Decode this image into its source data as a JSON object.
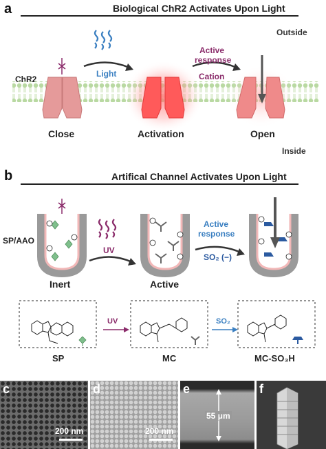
{
  "panel_a": {
    "letter": "a",
    "title": "Biological ChR2 Activates Upon Light",
    "outside": "Outside",
    "inside": "Inside",
    "chr2": "ChR2",
    "light": "Light",
    "active_response_line1": "Active",
    "active_response_line2": "response",
    "cation": "Cation",
    "state_close": "Close",
    "state_activation": "Activation",
    "state_open": "Open"
  },
  "panel_b": {
    "letter": "b",
    "title": "Artifical Channel Activates Upon Light",
    "sp_aao": "SP/AAO",
    "uv": "UV",
    "active_response_line1": "Active",
    "active_response_line2": "response",
    "so2_label": "SO₂ (−)",
    "state_inert": "Inert",
    "state_active": "Active",
    "uv_reaction": "UV",
    "so2_reaction": "SO₂",
    "mol_sp": "SP",
    "mol_mc": "MC",
    "mol_mcso3h": "MC-SO₃H"
  },
  "panel_c": {
    "letter": "c",
    "scale": "200 nm"
  },
  "panel_d": {
    "letter": "d",
    "scale": "200 nm"
  },
  "panel_e": {
    "letter": "e",
    "scale": "55 μm"
  },
  "panel_f": {
    "letter": "f"
  },
  "colors": {
    "membrane_green": "#b9d9a2",
    "channel_pink": "#e59a9a",
    "channel_active": "#ff5a5a",
    "light_blue": "#3a7fc1",
    "magenta": "#8a2b6a",
    "aao_gray": "#9a9a9a",
    "dot_green": "#7fbf8c",
    "so2_blue": "#2b5aa0"
  }
}
